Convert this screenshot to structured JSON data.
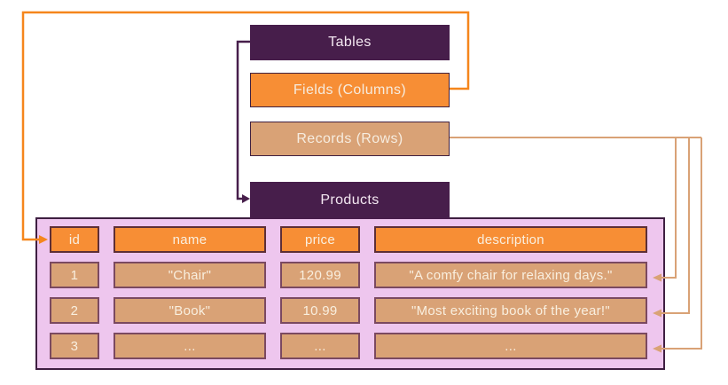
{
  "diagram": {
    "concept_boxes": {
      "tables": "Tables",
      "fields": "Fields (Columns)",
      "records": "Records (Rows)"
    },
    "table_name_box": "Products",
    "colors": {
      "dark_purple": "#471e4b",
      "orange": "#f78e35",
      "tan": "#d9a276",
      "pink_panel": "#eec6ee",
      "panel_border": "#3e1f41",
      "purple_connector": "#471e4b",
      "orange_connector": "#f5861c",
      "tan_connector": "#d9a276"
    },
    "table": {
      "headers": [
        "id",
        "name",
        "price",
        "description"
      ],
      "rows": [
        {
          "cells": [
            "1",
            "\"Chair\"",
            "120.99",
            "\"A comfy chair for relaxing days.\""
          ]
        },
        {
          "cells": [
            "2",
            "\"Book\"",
            "10.99",
            "\"Most exciting book of the year!\""
          ]
        },
        {
          "cells": [
            "3",
            "...",
            "...",
            "..."
          ]
        }
      ]
    },
    "connectors": [
      {
        "name": "tables-to-products",
        "color": "#471e4b"
      },
      {
        "name": "fields-to-id-header",
        "color": "#f5861c"
      },
      {
        "name": "records-to-rows",
        "color": "#d9a276"
      }
    ]
  }
}
